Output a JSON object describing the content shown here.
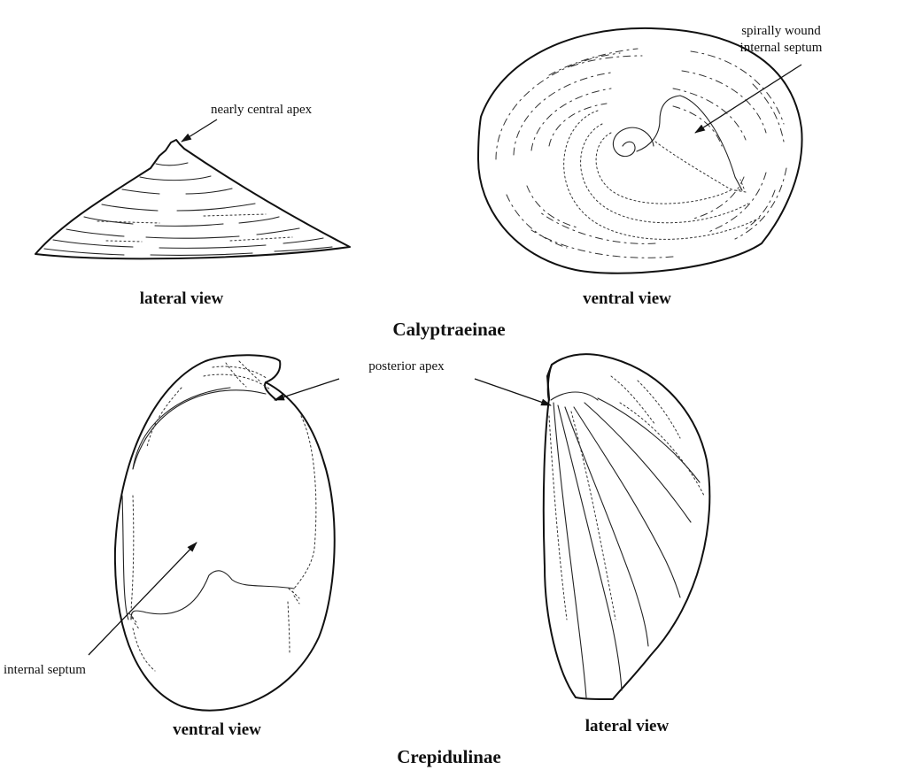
{
  "groups": {
    "top": {
      "title": "Calyptraeinae",
      "left_caption": "lateral view",
      "right_caption": "ventral view",
      "labels": {
        "apex": "nearly central apex",
        "septum_line1": "spirally wound",
        "septum_line2": "internal septum"
      }
    },
    "bottom": {
      "title": "Crepidulinae",
      "left_caption": "ventral view",
      "right_caption": "lateral view",
      "labels": {
        "apex": "posterior apex",
        "septum": "internal septum"
      }
    }
  }
}
